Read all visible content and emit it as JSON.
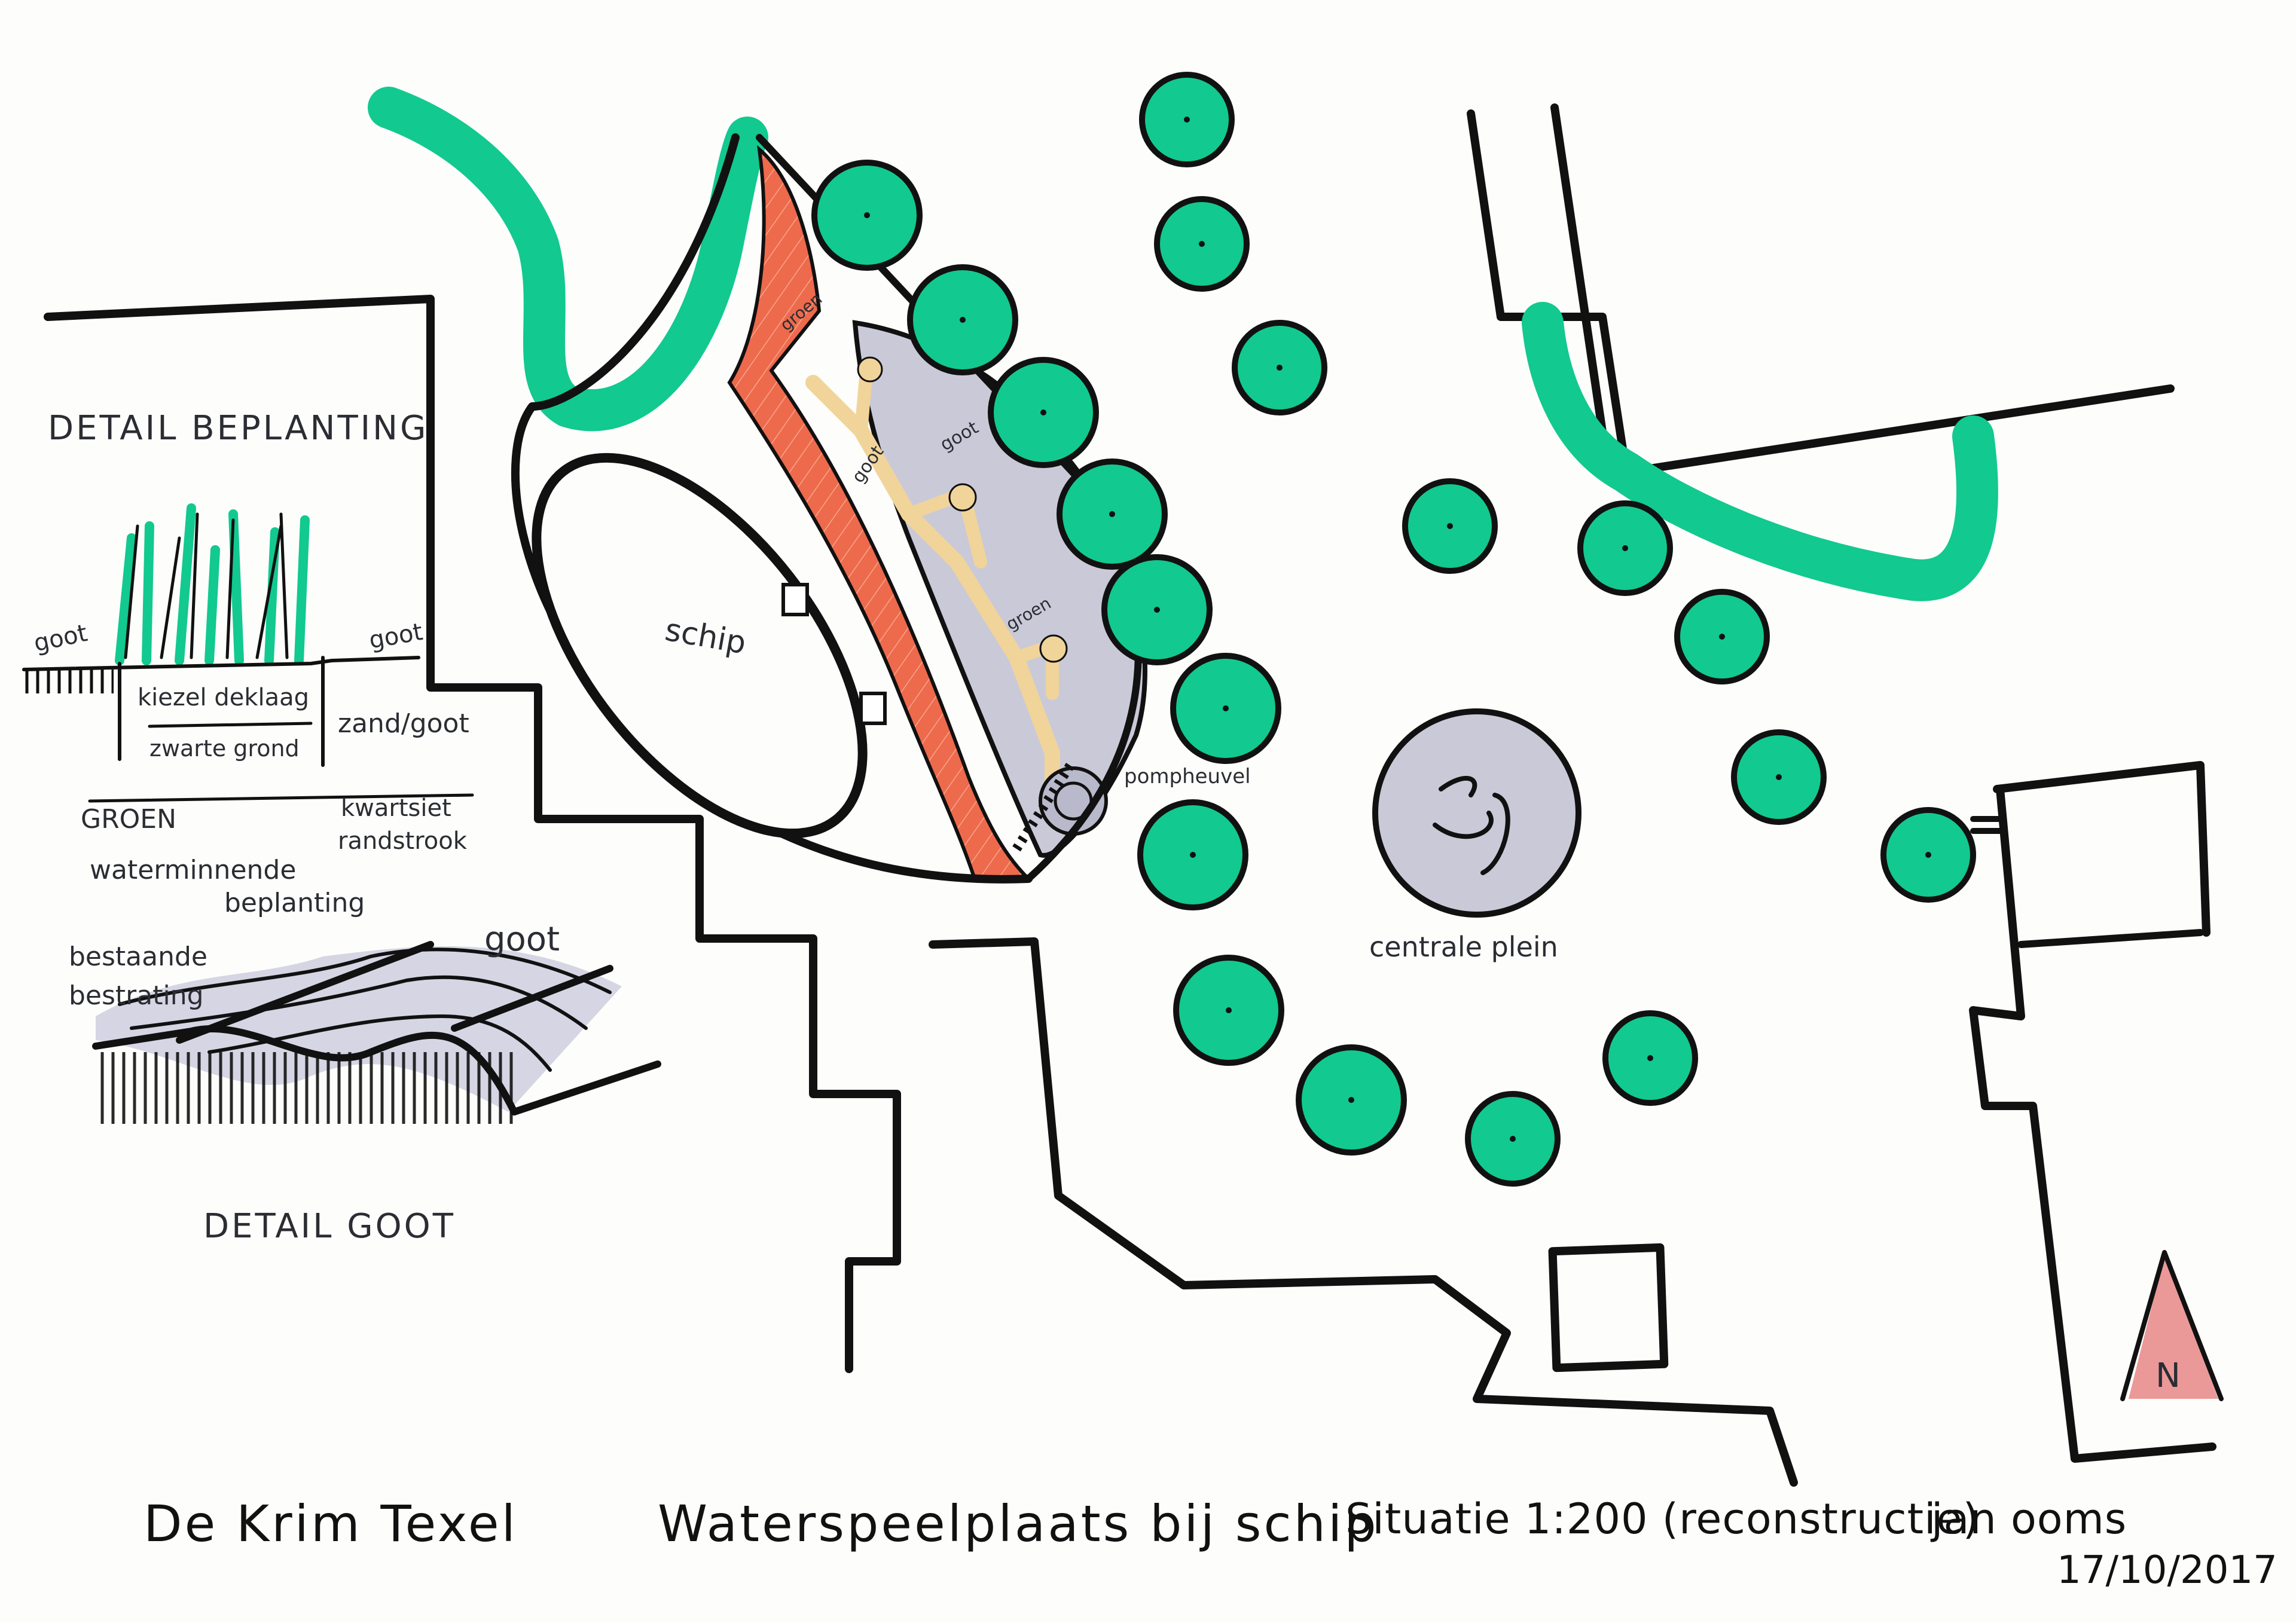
{
  "labels": {
    "schip": "schip",
    "centrale_plein": "centrale plein",
    "pompheuvel": "pompheuvel",
    "groen_1": "groen",
    "groen_2": "groen",
    "groen_3": "groen",
    "goot_1": "goot",
    "goot_2": "goot"
  },
  "detail_beplanting": {
    "heading": "DETAIL BEPLANTING",
    "goot_left": "goot",
    "goot_right": "goot",
    "kiezel": "kiezel deklaag",
    "zwarte_grond": "zwarte grond",
    "zand_goot": "zand/goot",
    "groen": "GROEN",
    "kwartsiet": "kwartsiet",
    "randstrook": "randstrook",
    "watermin_1": "waterminnende",
    "watermin_2": "beplanting"
  },
  "detail_goot": {
    "heading": "DETAIL GOOT",
    "bestaande_1": "bestaande",
    "bestaande_2": "bestrating",
    "goot": "goot"
  },
  "north_arrow": "N",
  "footer": {
    "place": "De Krim Texel",
    "project": "Waterspeelplaats bij schip",
    "scale": "Situatie 1:200 (reconstructie)",
    "author": "jan ooms",
    "date": "17/10/2017"
  },
  "colors": {
    "tree_green": "#12c98f",
    "brick_orange": "#ee6a4c",
    "water_grey": "#c9c9d8",
    "branch_yellow": "#f1d49a",
    "north_red": "#e58080"
  }
}
